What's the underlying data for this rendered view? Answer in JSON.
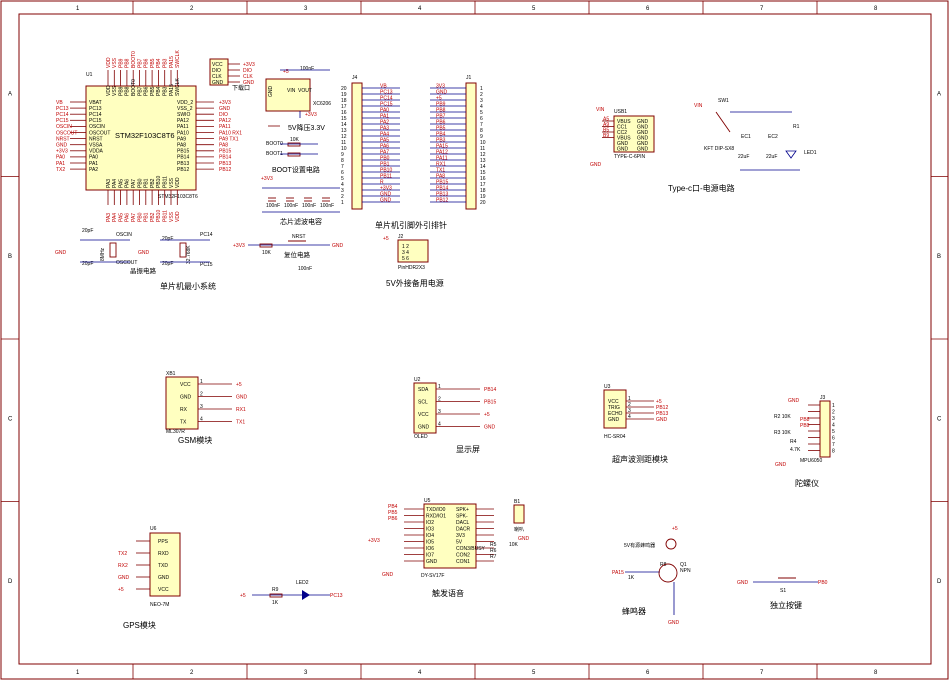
{
  "frame": {
    "columns": [
      "1",
      "2",
      "3",
      "4",
      "5",
      "6",
      "7",
      "8"
    ],
    "rows": [
      "A",
      "B",
      "C",
      "D"
    ]
  },
  "titles": {
    "mcu": "单片机最小系统",
    "crystal": "晶振电路",
    "reg": "5V降压3.3V",
    "boot": "BOOT设置电路",
    "filter": "芯片滤波电容",
    "reset": "复位电路",
    "header": "单片机引脚外引排针",
    "ext5v": "5V外接备用电源",
    "typec": "Type-c口-电源电路",
    "download": "下载口",
    "gsm": "GSM模块",
    "oled": "显示屏",
    "ultra": "超声波测距模块",
    "gyro": "陀螺仪",
    "gps": "GPS模块",
    "voice": "触发语音",
    "buzzer": "蜂鸣器",
    "key": "独立按键"
  },
  "mcu": {
    "ref": "U1",
    "part": "STM32F103C8T6",
    "sub": "STM32F103C8T6",
    "left_pins": [
      "VBAT",
      "PC13",
      "PC14",
      "PC15",
      "OSCIN",
      "OSCOUT",
      "NRST",
      "VSSA",
      "VDDA",
      "PA0",
      "PA1",
      "PA2"
    ],
    "right_pins": [
      "VDD_2",
      "VSS_2",
      "SWIO",
      "PA12",
      "PA11",
      "PA10",
      "PA9",
      "PA8",
      "PB15",
      "PB14",
      "PB13",
      "PB12"
    ],
    "left_nets": [
      "VB",
      "PC13",
      "PC14",
      "PC15",
      "OSCIN",
      "OSCOUT",
      "NRST",
      "GND",
      "+3V3",
      "PA0",
      "PA1",
      "TX2"
    ],
    "right_nets": [
      "+3V3",
      "GND",
      "DIO",
      "PA12",
      "PA11",
      "PA10 RX1",
      "PA9 TX1",
      "PA8",
      "PB15",
      "PB14",
      "PB13",
      "PB12"
    ],
    "top_pins": [
      "VDD",
      "VSS",
      "PB9",
      "PB8",
      "BOOT0",
      "PB7",
      "PB6",
      "PB5",
      "PB4",
      "PB3",
      "PA15",
      "SWCLK"
    ],
    "bottom_pins": [
      "PA3",
      "PA4",
      "PA5",
      "PA6",
      "PA7",
      "PB0",
      "PB1",
      "PB2",
      "PB10",
      "PB11",
      "VSS",
      "VDD"
    ]
  },
  "download": {
    "pins": [
      "VCC",
      "DIO",
      "CLK",
      "GND"
    ],
    "nets": [
      "+3V3",
      "DIO",
      "CLK",
      "GND"
    ],
    "title": "下载口"
  },
  "reg": {
    "ref": "XC6206",
    "pins": [
      "GND",
      "VIN",
      "VOUT"
    ],
    "cap": "100nF",
    "in": "+5",
    "out": "+3V3"
  },
  "boot": {
    "boot0": "BOOT0",
    "boot1": "BOOT1",
    "r": "10K"
  },
  "filter": {
    "net": "+3V3",
    "caps": [
      "100nF",
      "100nF",
      "100nF",
      "100nF"
    ]
  },
  "crystal": {
    "y1": "8MHz",
    "y2": "32.768K",
    "c": "20pF",
    "oscin": "OSCIN",
    "oscout": "OSCOUT",
    "pc14": "PC14",
    "pc15": "PC15"
  },
  "reset": {
    "sw": "NRST",
    "r": "10K",
    "c": "100nF",
    "net": "+3V3"
  },
  "j4": {
    "ref": "J4",
    "nums": [
      "20",
      "19",
      "18",
      "17",
      "16",
      "15",
      "14",
      "13",
      "12",
      "11",
      "10",
      "9",
      "8",
      "7",
      "6",
      "5",
      "4",
      "3",
      "2",
      "1"
    ],
    "nets": [
      "VB",
      "PC13",
      "PC14",
      "PC15",
      "PA0",
      "PA1",
      "PA2",
      "PA3",
      "PA4",
      "PA5",
      "PA6",
      "PA7",
      "PB0",
      "PB1",
      "PB10",
      "PB11",
      "R",
      "+3V3",
      "GND",
      "GND"
    ]
  },
  "j1": {
    "ref": "J1",
    "nums": [
      "1",
      "2",
      "3",
      "4",
      "5",
      "6",
      "7",
      "8",
      "9",
      "10",
      "11",
      "12",
      "13",
      "14",
      "15",
      "16",
      "17",
      "18",
      "19",
      "20"
    ],
    "nets": [
      "3V3",
      "GND",
      "+5",
      "PB9",
      "PB8",
      "PB7",
      "PB6",
      "PB5",
      "PB4",
      "PB3",
      "PA15",
      "PA12",
      "PA11",
      "RX1",
      "TX1",
      "PA8",
      "PB15",
      "PB14",
      "PB13",
      "PB12"
    ]
  },
  "ext5v": {
    "ref": "J2",
    "part": "PinHDR2X3",
    "net": "+5"
  },
  "typec": {
    "ref": "USB1",
    "part": "TYPE-C-6PIN",
    "pins": [
      "VBUS",
      "CC1",
      "CC2",
      "VBUS",
      "GND",
      "GND"
    ],
    "sw": "SW1",
    "swpart": "KFT DIP-SX8",
    "ec1": "EC1",
    "ec2": "EC2",
    "cval": "22uF",
    "led": "LED1",
    "r": "R1",
    "vin": "VIN"
  },
  "gsm": {
    "ref": "XB1",
    "part": "ML307R",
    "pins": [
      "VCC",
      "GND",
      "RX",
      "TX"
    ],
    "nets": [
      "+5",
      "GND",
      "RX1",
      "TX1"
    ]
  },
  "oled": {
    "ref": "U2",
    "part": "OLED",
    "pins": [
      "SDA",
      "SCL",
      "VCC",
      "GND"
    ],
    "nets": [
      "PB14",
      "PB15",
      "+5",
      "GND"
    ]
  },
  "ultra": {
    "ref": "U3",
    "part": "HC-SR04",
    "pins": [
      "VCC",
      "TRIG",
      "ECHO",
      "GND"
    ],
    "nets": [
      "+5",
      "PB12",
      "PB13",
      "GND"
    ],
    "labels": [
      "Trig",
      "Echo"
    ]
  },
  "gyro": {
    "ref": "J3",
    "part": "MPU6050",
    "nets": [
      "GND",
      "PB8",
      "PB9"
    ],
    "r": [
      "R2 10K",
      "R3 10K",
      "R4"
    ],
    "r4val": "4.7K"
  },
  "gps": {
    "ref": "U6",
    "part": "NEO-7M",
    "pins": [
      "PPS",
      "RXD",
      "TXD",
      "GND",
      "VCC"
    ],
    "nets": [
      "TX2",
      "RX2",
      "GND",
      "+5"
    ]
  },
  "led2": {
    "ref": "LED2",
    "r": "R9",
    "rval": "1K",
    "net": "PC13",
    "vcc": "+5"
  },
  "voice": {
    "ref": "U5",
    "part": "DY-SV17F",
    "left": [
      "TXD/IO0",
      "RXD/IO1",
      "IO2",
      "IO3",
      "IO4",
      "IO5",
      "IO6",
      "IO7",
      "GND"
    ],
    "right": [
      "SPK+",
      "SPK-",
      "DACL",
      "DACR",
      "3V3",
      "5V",
      "CON3/BUSY",
      "CON2",
      "CON1"
    ],
    "nets": [
      "PB4",
      "PB5",
      "PB6",
      "+3V3",
      "GND"
    ],
    "spk": "B1",
    "spkname": "喇叭",
    "r": [
      "R5",
      "R6",
      "R7"
    ],
    "rval": "10K"
  },
  "buzzer": {
    "ref": "Q1",
    "part": "NPN",
    "bz": "5V有源蜂鸣器",
    "r": "R8",
    "rval": "1K",
    "net": "PA15"
  },
  "key": {
    "ref": "S1",
    "net": "PB0",
    "gnd": "GND"
  }
}
